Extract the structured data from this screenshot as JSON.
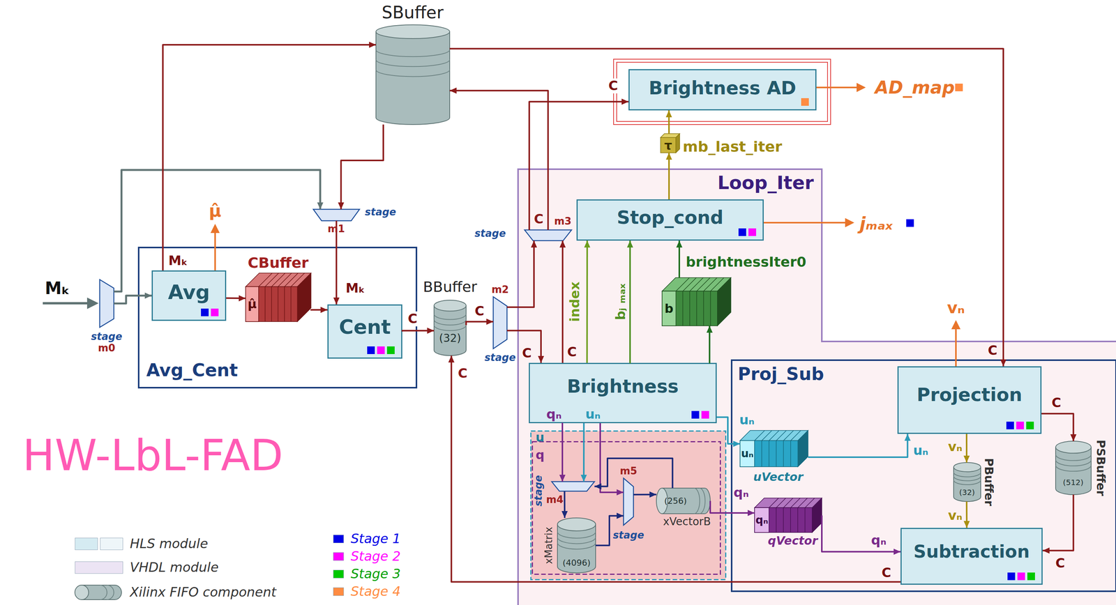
{
  "diagram": {
    "title": "HW-LbL-FAD",
    "nodes": [
      {
        "text": [
          "SBuffer"
        ]
      },
      {
        "text": [
          "Brightness AD"
        ]
      },
      {
        "text": [
          "τ",
          "mb_last_iter"
        ]
      },
      {
        "text": [
          "Avg_Cent"
        ]
      },
      {
        "text": [
          "Avg"
        ],
        "in": 3
      },
      {
        "text": [
          "CBuffer",
          "μ̂"
        ],
        "in": 3
      },
      {
        "text": [
          "Cent"
        ],
        "in": 3
      },
      {
        "text": [
          "stage",
          "m0"
        ]
      },
      {
        "text": [
          "m1",
          "stage"
        ]
      },
      {
        "text": [
          "BBuffer",
          "(32)"
        ]
      },
      {
        "text": [
          "m2",
          "stage"
        ]
      },
      {
        "text": [
          "Loop_Iter"
        ]
      },
      {
        "text": [
          "m3",
          "stage"
        ],
        "in": 11
      },
      {
        "text": [
          "Stop_cond"
        ],
        "in": 11
      },
      {
        "text": [
          "b"
        ],
        "in": 11
      },
      {
        "text": [
          "Brightness"
        ],
        "in": 11
      },
      {
        "text": [
          "u"
        ],
        "in": 11
      },
      {
        "text": [
          "q"
        ],
        "in": 16
      },
      {
        "text": [
          "m4",
          "stage"
        ],
        "in": 17
      },
      {
        "text": [
          "m5",
          "stage"
        ],
        "in": 17
      },
      {
        "text": [
          "(4096)",
          "xMatrix"
        ],
        "in": 17
      },
      {
        "text": [
          "(256)",
          "xVectorB"
        ],
        "in": 17
      },
      {
        "text": [
          "Proj_Sub"
        ],
        "in": 11
      },
      {
        "text": [
          "uₙ",
          "uVector"
        ],
        "in": 22
      },
      {
        "text": [
          "qₙ",
          "qVector"
        ],
        "in": 22
      },
      {
        "text": [
          "Projection"
        ],
        "in": 22
      },
      {
        "text": [
          "(32)",
          "PBuffer"
        ],
        "in": 22
      },
      {
        "text": [
          "(512)",
          "PSBuffer"
        ],
        "in": 22
      },
      {
        "text": [
          "Subtraction"
        ],
        "in": 22
      }
    ],
    "edges": [
      {
        "from": 7,
        "to": 4,
        "arrow": "to"
      },
      {
        "from": 7,
        "to": 8,
        "arrow": "to"
      },
      {
        "from": 4,
        "to": 0,
        "label": "Mₖ",
        "arrow": "to"
      },
      {
        "from": 0,
        "to": 8,
        "arrow": "to"
      },
      {
        "from": 8,
        "to": 6,
        "label": "Mₖ",
        "arrow": "to"
      },
      {
        "from": 4,
        "to": 5,
        "arrow": "to"
      },
      {
        "from": 5,
        "to": 6,
        "arrow": "to"
      },
      {
        "from": 6,
        "to": 9,
        "label": "C",
        "arrow": "to"
      },
      {
        "from": 9,
        "to": 10,
        "label": "C",
        "arrow": "to"
      },
      {
        "from": 10,
        "to": 12,
        "arrow": "to"
      },
      {
        "from": 10,
        "to": 15,
        "label": "C",
        "arrow": "to"
      },
      {
        "from": 15,
        "to": 12,
        "label": "C",
        "arrow": "to"
      },
      {
        "from": 12,
        "to": 0,
        "arrow": "to"
      },
      {
        "from": 12,
        "to": 1,
        "label": "C",
        "arrow": "to"
      },
      {
        "from": 15,
        "to": 13,
        "label": "index",
        "arrow": "to"
      },
      {
        "from": 15,
        "to": 13,
        "label": "bⱼ ₘₐₓ",
        "arrow": "to"
      },
      {
        "from": 15,
        "to": 14,
        "arrow": "to"
      },
      {
        "from": 14,
        "to": 13,
        "label": "brightnessIter0",
        "arrow": "to"
      },
      {
        "from": 13,
        "to": 2,
        "arrow": "to"
      },
      {
        "from": 2,
        "to": 1,
        "arrow": "to"
      },
      {
        "from": 0,
        "to": 25,
        "label": "C",
        "arrow": "to"
      },
      {
        "from": 15,
        "to": 23,
        "label": "uₙ",
        "arrow": "to"
      },
      {
        "from": 23,
        "to": 25,
        "label": "uₙ",
        "arrow": "to"
      },
      {
        "from": 15,
        "to": 18,
        "label": "qₙ",
        "arrow": "to"
      },
      {
        "from": 15,
        "to": 18,
        "label": "uₙ",
        "arrow": "to"
      },
      {
        "from": 18,
        "to": 20,
        "arrow": "to"
      },
      {
        "from": 20,
        "to": 19,
        "arrow": "to"
      },
      {
        "from": 15,
        "to": 19,
        "arrow": "to"
      },
      {
        "from": 19,
        "to": 21,
        "arrow": "to"
      },
      {
        "from": 21,
        "to": 18,
        "arrow": "to"
      },
      {
        "from": 21,
        "to": 24,
        "label": "qₙ",
        "arrow": "to"
      },
      {
        "from": 24,
        "to": 28,
        "label": "qₙ",
        "arrow": "to"
      },
      {
        "from": 25,
        "to": 26,
        "label": "vₙ",
        "arrow": "to"
      },
      {
        "from": 26,
        "to": 28,
        "label": "vₙ",
        "arrow": "to"
      },
      {
        "from": 25,
        "to": 27,
        "label": "C",
        "arrow": "to"
      },
      {
        "from": 27,
        "to": 28,
        "label": "C",
        "arrow": "to"
      },
      {
        "from": 28,
        "to": 9,
        "label": "C",
        "arrow": "to"
      }
    ],
    "labels": [
      "Mₖ",
      "μ̂",
      "AD_map",
      "jₘₐₓ",
      "C",
      "C",
      "vₙ"
    ],
    "legend": [
      {
        "text": "HLS module",
        "color": "#d5ebf2"
      },
      {
        "text": "VHDL module",
        "color": "#ece4f4"
      },
      {
        "text": "Xilinx FIFO component"
      },
      {
        "text": "Stage 1",
        "color": "#0000e6"
      },
      {
        "text": "Stage 2",
        "color": "#ff00ff"
      },
      {
        "text": "Stage 3",
        "color": "#00c800"
      },
      {
        "text": "Stage 4",
        "color": "#ff8c42"
      }
    ]
  }
}
